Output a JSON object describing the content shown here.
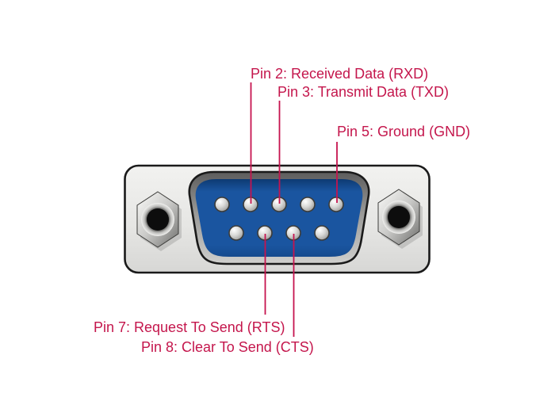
{
  "diagram": {
    "type": "connector-pinout",
    "pin_count": 9,
    "pins_top_row": 5,
    "pins_bottom_row": 4,
    "callouts": [
      {
        "pin": 2,
        "text": "Pin 2: Received Data (RXD)"
      },
      {
        "pin": 3,
        "text": "Pin 3: Transmit Data (TXD)"
      },
      {
        "pin": 5,
        "text": "Pin 5: Ground (GND)"
      },
      {
        "pin": 7,
        "text": "Pin 7: Request To Send (RTS)"
      },
      {
        "pin": 8,
        "text": "Pin 8: Clear To Send (CTS)"
      }
    ],
    "colors": {
      "label_text": "#c4164c",
      "leader_line": "#c6134f",
      "connector_insert_blue": "#1a55a0",
      "connector_insert_shadow": "#0d3a72",
      "shell_metal_dark": "#5c5c5c",
      "shell_metal_light": "#cfcfcd",
      "body_face_light": "#f0f0ee",
      "body_face_dark": "#d9d9d7",
      "pin_metal": "#c0c0be",
      "screw_hole": "#0d0d0d",
      "outline": "#1a1a1a",
      "background": "#ffffff"
    }
  }
}
